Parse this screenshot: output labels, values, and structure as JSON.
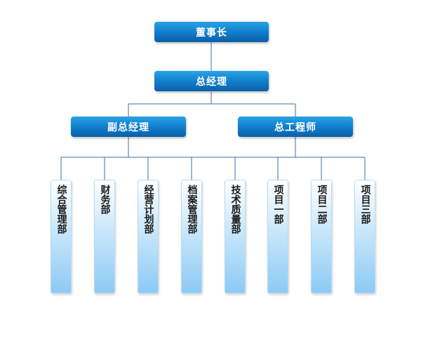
{
  "org": {
    "chairman": "董事长",
    "general_manager": "总经理",
    "deputy_gm": "副总经理",
    "chief_engineer": "总工程师",
    "departments": [
      "综合管理部",
      "财务部",
      "经营计划部",
      "档案管理部",
      "技术质量部",
      "项目一部",
      "项目二部",
      "项目三部"
    ]
  },
  "colors": {
    "top_node": "#1282cf",
    "dept_node": "#8ccaf5",
    "line": "#3f6f9e"
  }
}
